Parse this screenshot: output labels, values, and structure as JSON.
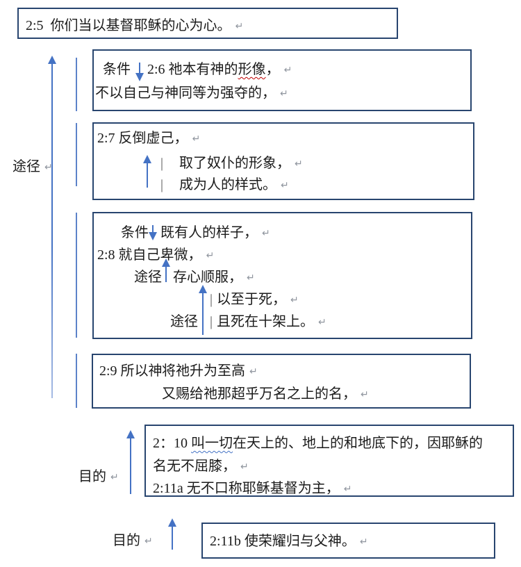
{
  "colors": {
    "box_border": "#28456f",
    "arrow_blue": "#4472c4",
    "text": "#1b1b1b",
    "return_mark": "#8f959e",
    "spellcheck_red": "#c00000",
    "grammar_blue": "#4472c4"
  },
  "marks": {
    "return": "↵",
    "bar": "|"
  },
  "annotations": {
    "way_main": "途径",
    "purpose_1": "目的",
    "purpose_2": "目的"
  },
  "boxes": {
    "v5": {
      "text": "2:5  你们当以基督耶稣的心为心。"
    },
    "v6": {
      "condition_label": "条件",
      "line1_pre": "2:6 祂本有神的",
      "line1_flagged": "形像",
      "line1_post": "，",
      "line2": "不以自己与神同等为强夺的，"
    },
    "v7": {
      "line1": "2:7 反倒虚己，",
      "line2_text": "取了奴仆的形象，",
      "line3_text": "成为人的样式。"
    },
    "v8": {
      "condition_label": "条件",
      "line1": "既有人的样子，",
      "line2": "2:8 就自己卑微，",
      "way_label_1": "途径",
      "line3": "存心顺服，",
      "line4_text": "以至于死，",
      "way_label_2": "途径",
      "line5_text": "且死在十架上。"
    },
    "v9": {
      "line1_left": "2:9 所以神",
      "line1_right": "将祂升为至高",
      "line2": "又赐给祂那超乎万名之上的名，"
    },
    "v10_11a": {
      "line1_pre": "2：10 ",
      "line1_flagged": "叫一切",
      "line1_post": "在天上的、地上的和地底下的，因耶稣的",
      "line2": "名无不屈膝，",
      "line3": "2:11a 无不口称耶稣基督为主，"
    },
    "v11b": {
      "text": "2:11b 使荣耀归与父神。"
    }
  }
}
